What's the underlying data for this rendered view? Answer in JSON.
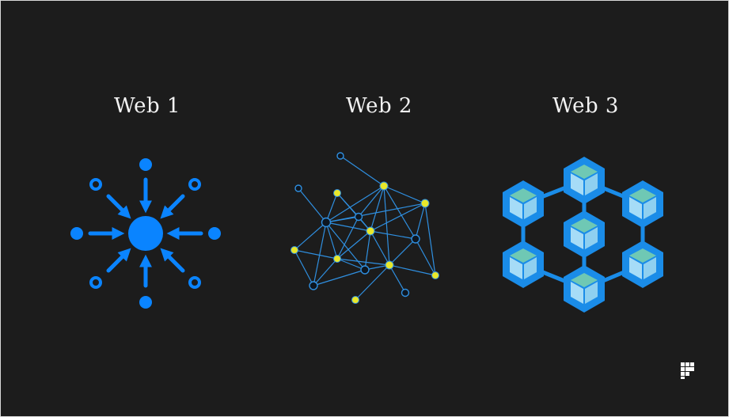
{
  "panels": [
    {
      "title": "Web 1",
      "icon": "centralized-network-icon"
    },
    {
      "title": "Web 2",
      "icon": "social-network-graph-icon"
    },
    {
      "title": "Web 3",
      "icon": "blockchain-cubes-icon"
    }
  ],
  "colors": {
    "background": "#1c1c1c",
    "accent_blue": "#0a84ff",
    "node_yellow": "#e8e82a",
    "line_blue": "#2f8fe0",
    "cube_blue": "#1a8ce8",
    "cube_face_light": "#a6dcf7",
    "cube_top": "#6fc8b4"
  },
  "logo": {
    "icon": "brand-logo-icon"
  }
}
